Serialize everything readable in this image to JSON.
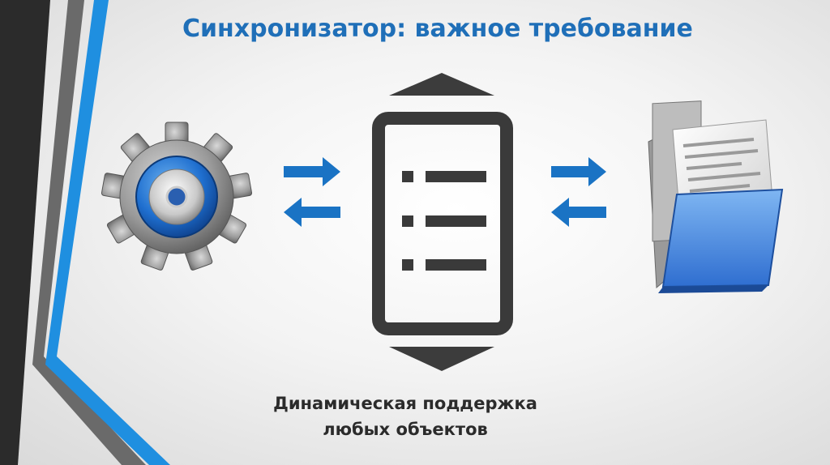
{
  "slide": {
    "title": "Синхронизатор: важное требование",
    "caption_line1": "Динамическая поддержка",
    "caption_line2": "любых объектов"
  },
  "icons": {
    "left": "gear-icon",
    "center": "list-document-icon",
    "right": "open-folder-icon",
    "arrows": "sync-arrows-icon"
  },
  "colors": {
    "accent": "#1f6fb8",
    "arrow": "#1a73c4",
    "dark": "#3a3a3a",
    "stripe_gray": "#555555"
  }
}
